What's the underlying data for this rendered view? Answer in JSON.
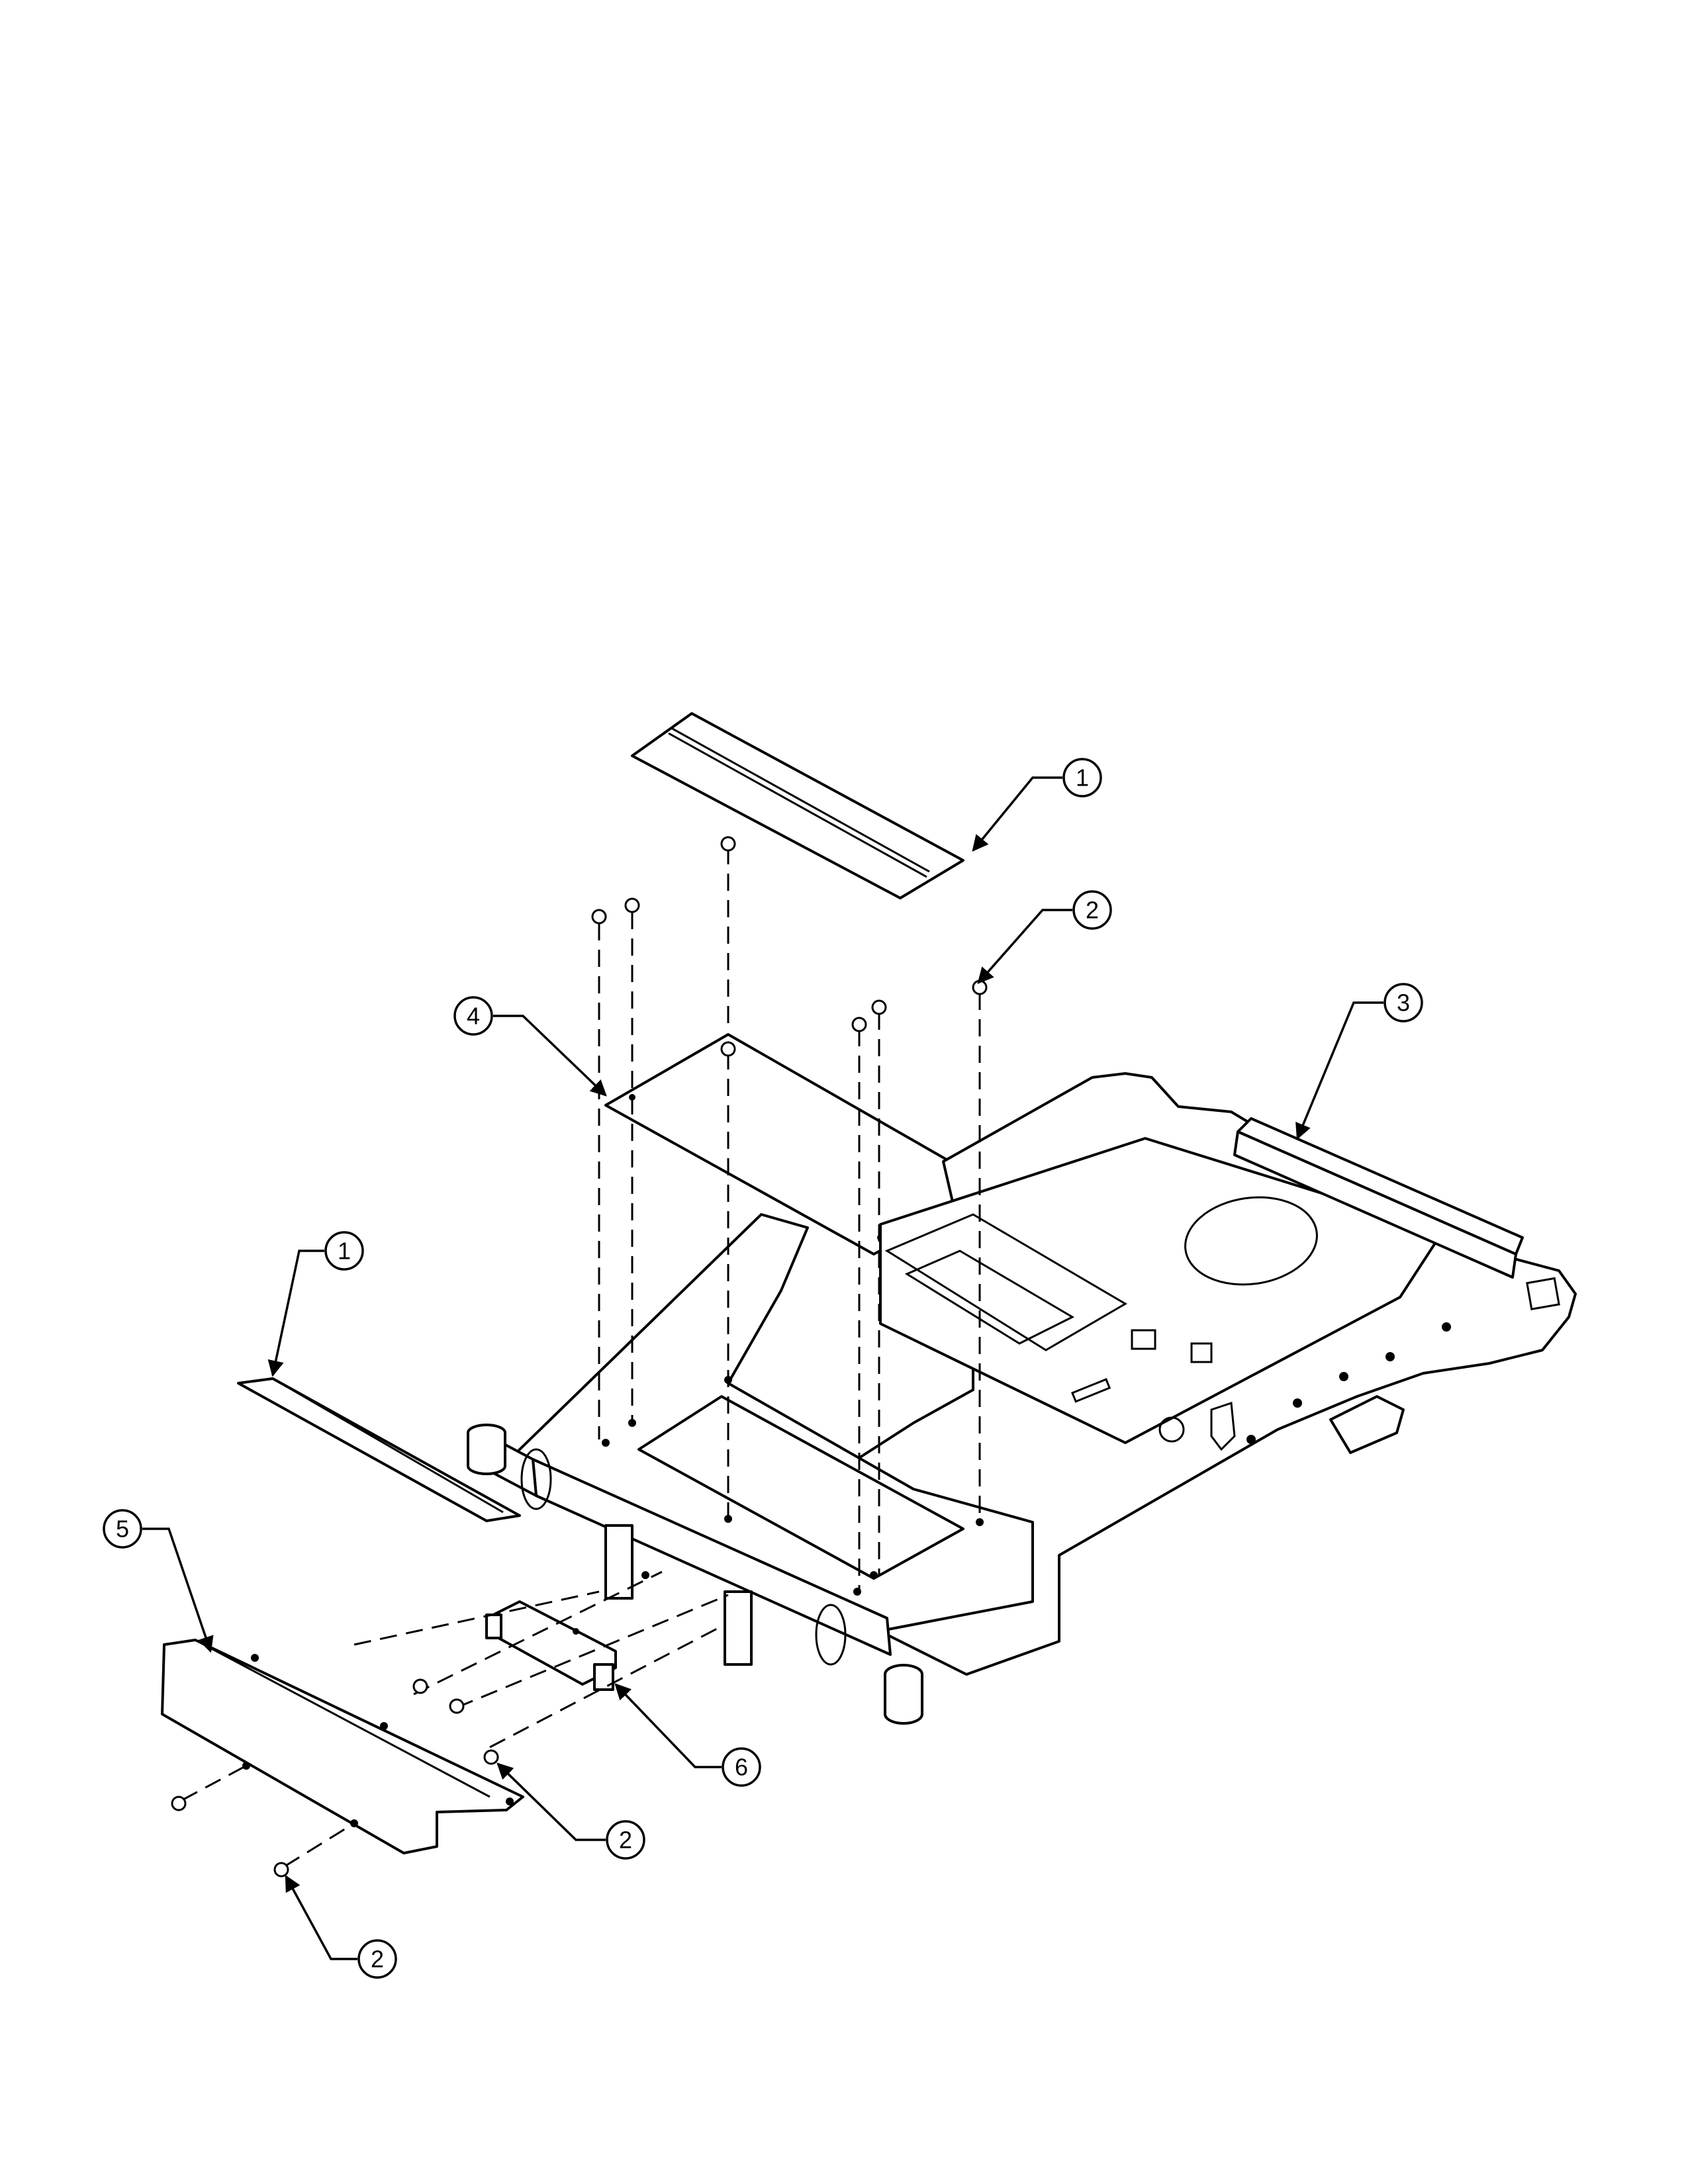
{
  "callouts": [
    {
      "id": "c1-top",
      "label": "1"
    },
    {
      "id": "c2-top",
      "label": "2"
    },
    {
      "id": "c3",
      "label": "3"
    },
    {
      "id": "c4",
      "label": "4"
    },
    {
      "id": "c1-left",
      "label": "1"
    },
    {
      "id": "c5",
      "label": "5"
    },
    {
      "id": "c6",
      "label": "6"
    },
    {
      "id": "c2-mid",
      "label": "2"
    },
    {
      "id": "c2-bottom",
      "label": "2"
    }
  ]
}
